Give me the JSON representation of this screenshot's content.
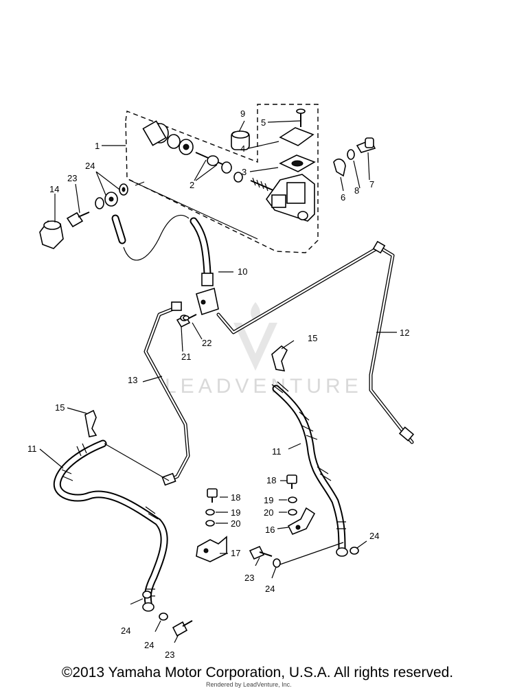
{
  "watermark": "LEADVENTURE",
  "footer": {
    "copyright": "©2013 Yamaha Motor Corporation, U.S.A. All rights reserved.",
    "rendered_by": "Rendered by LeadVenture, Inc."
  },
  "callouts": {
    "c1": "1",
    "c2": "2",
    "c3": "3",
    "c4": "4",
    "c5": "5",
    "c6": "6",
    "c7": "7",
    "c8": "8",
    "c9": "9",
    "c10": "10",
    "c11a": "11",
    "c11b": "11",
    "c12": "12",
    "c13": "13",
    "c14": "14",
    "c15a": "15",
    "c15b": "15",
    "c16": "16",
    "c17": "17",
    "c18a": "18",
    "c18b": "18",
    "c19a": "19",
    "c19b": "19",
    "c20a": "20",
    "c20b": "20",
    "c21": "21",
    "c22": "22",
    "c23a": "23",
    "c23b": "23",
    "c23c": "23",
    "c24a": "24",
    "c24b": "24",
    "c24c": "24",
    "c24d": "24",
    "c24e": "24"
  }
}
